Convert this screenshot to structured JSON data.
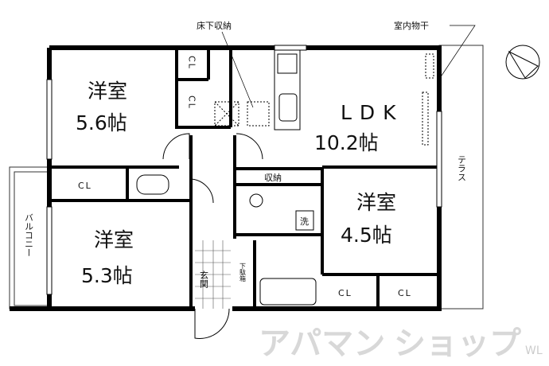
{
  "annotations": {
    "underfloor_storage": "床下収納",
    "indoor_drying": "室内物干"
  },
  "rooms": {
    "western_1": {
      "name": "洋室",
      "size": "5.6帖"
    },
    "ldk": {
      "name": "LDK",
      "size": "10.2帖"
    },
    "western_2": {
      "name": "洋室",
      "size": "4.5帖"
    },
    "western_3": {
      "name": "洋室",
      "size": "5.3帖"
    },
    "storage": "収納",
    "washer": "洗",
    "entrance": "玄関",
    "shoe_box": "下駄箱",
    "closet": "CL",
    "terrace": "テラス",
    "balcony": "バルコニー"
  },
  "watermark": [
    "アパマン",
    "ショップ",
    "WL"
  ]
}
